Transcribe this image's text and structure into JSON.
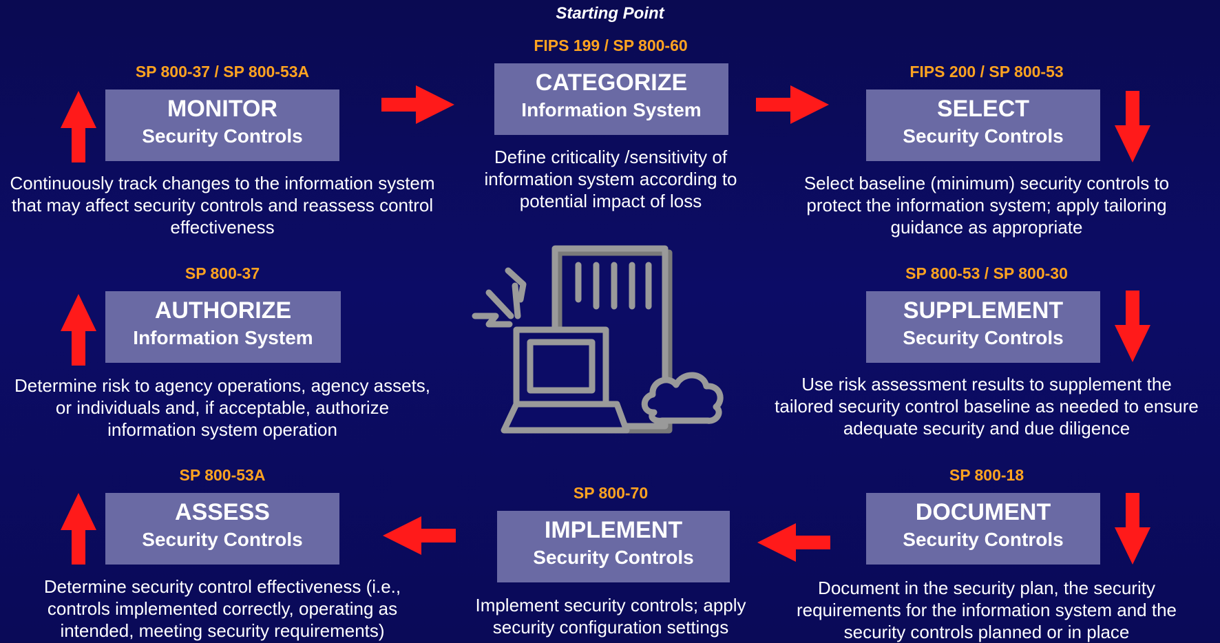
{
  "diagram": {
    "starting_point": "Starting Point",
    "accent_color": "#ffa320",
    "arrow_color": "#ff1a1a",
    "box_color": "#6a6aa4",
    "steps": {
      "categorize": {
        "ref": "FIPS 199 / SP 800-60",
        "title": "CATEGORIZE",
        "subtitle": "Information System",
        "description": "Define criticality /sensitivity of information system according to potential impact of loss"
      },
      "select": {
        "ref": "FIPS 200 / SP 800-53",
        "title": "SELECT",
        "subtitle": "Security Controls",
        "description": "Select baseline (minimum) security controls to protect the information system; apply tailoring guidance as appropriate"
      },
      "supplement": {
        "ref": "SP 800-53 / SP 800-30",
        "title": "SUPPLEMENT",
        "subtitle": "Security Controls",
        "description": "Use risk assessment results to supplement the tailored security control baseline as needed to ensure adequate security and due diligence"
      },
      "document": {
        "ref": "SP 800-18",
        "title": "DOCUMENT",
        "subtitle": "Security Controls",
        "description": "Document in the security plan, the security requirements for the information system and the security controls planned or in place"
      },
      "implement": {
        "ref": "SP 800-70",
        "title": "IMPLEMENT",
        "subtitle": "Security Controls",
        "description": "Implement security controls; apply security configuration settings"
      },
      "assess": {
        "ref": "SP 800-53A",
        "title": "ASSESS",
        "subtitle": "Security Controls",
        "description": "Determine security control effectiveness (i.e., controls implemented correctly, operating as intended, meeting security requirements)"
      },
      "authorize": {
        "ref": "SP 800-37",
        "title": "AUTHORIZE",
        "subtitle": "Information System",
        "description": "Determine risk to agency operations, agency assets, or individuals and, if acceptable, authorize information system operation"
      },
      "monitor": {
        "ref": "SP 800-37 / SP 800-53A",
        "title": "MONITOR",
        "subtitle": "Security Controls",
        "description": "Continuously track changes to the information system that may affect security controls and reassess control effectiveness"
      }
    },
    "center_icon": "computer-with-cloud-icon"
  }
}
